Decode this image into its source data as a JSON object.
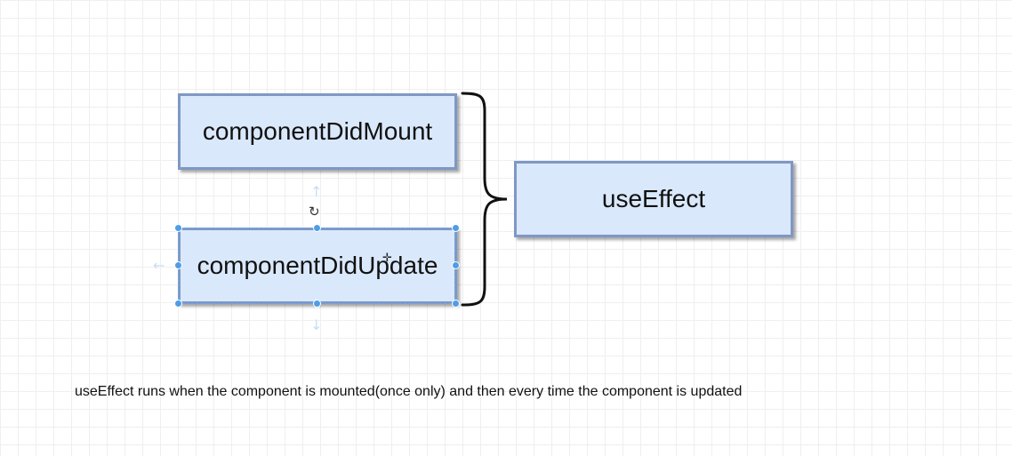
{
  "diagram": {
    "boxes": {
      "mount": "componentDidMount",
      "update": "componentDidUpdate",
      "effect": "useEffect"
    },
    "caption": "useEffect runs when the component is mounted(once only) and then every time the component is updated"
  },
  "icons": {
    "rotate": "rotate-icon",
    "cursor": "move-cursor-icon",
    "bracket": "curly-brace-icon"
  },
  "colors": {
    "box_fill": "#dae8fc",
    "box_border": "#7f98c4",
    "selection_handle": "#4f9de8",
    "grid": "#efefef"
  }
}
